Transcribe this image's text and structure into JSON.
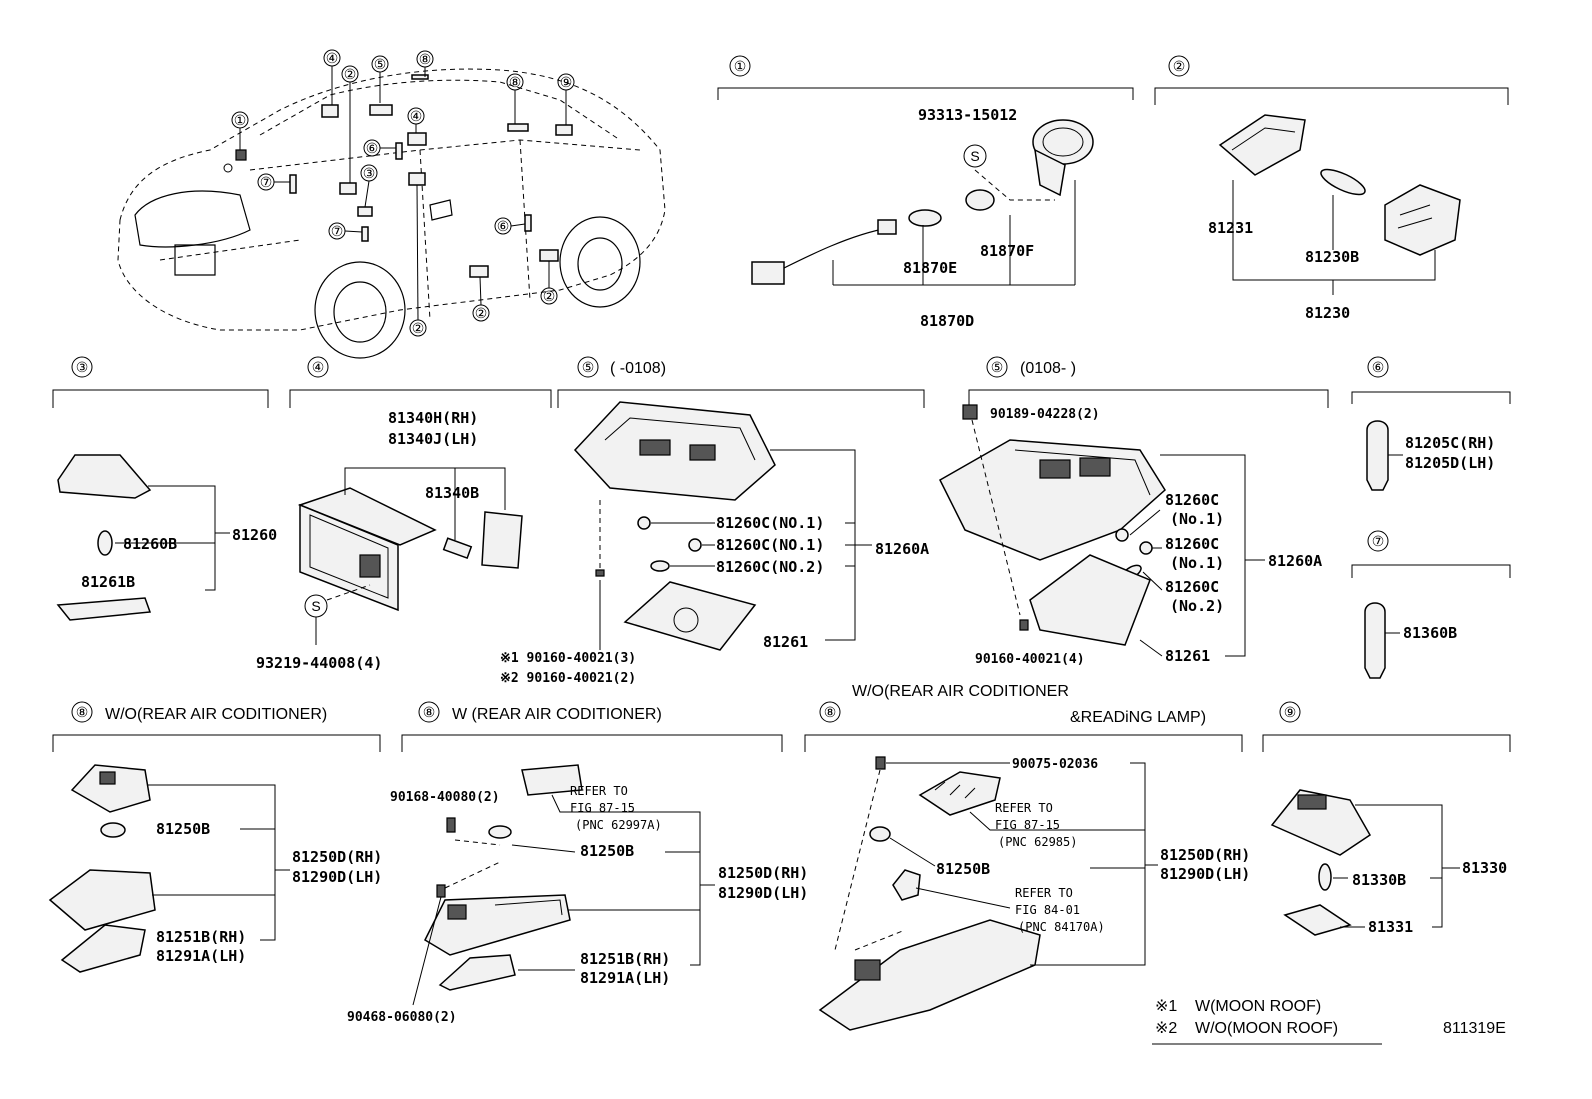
{
  "figure_id": "811319E",
  "footnotes": [
    {
      "mark": "※1",
      "text": "W(MOON ROOF)"
    },
    {
      "mark": "※2",
      "text": "W/O(MOON ROOF)"
    }
  ],
  "car_overview": {
    "markers": [
      "①",
      "②",
      "③",
      "④",
      "⑤",
      "⑥",
      "⑦",
      "⑧",
      "⑨"
    ]
  },
  "sections": {
    "s1": {
      "index": "①",
      "labels": {
        "a": "93313-15012",
        "b": "81870E",
        "c": "81870F",
        "d": "81870D",
        "s": "S"
      }
    },
    "s2": {
      "index": "②",
      "labels": {
        "a": "81231",
        "b": "81230B",
        "c": "81230"
      }
    },
    "s3": {
      "index": "③",
      "labels": {
        "a": "81260B",
        "b": "81261B",
        "c": "81260"
      }
    },
    "s4": {
      "index": "④",
      "labels": {
        "a": "81340H(RH)",
        "b": "81340J(LH)",
        "c": "81340B",
        "d": "93219-44008(4)",
        "s": "S"
      }
    },
    "s5a": {
      "index": "⑤",
      "range": "(     -0108)",
      "labels": {
        "a": "81260C(NO.1)",
        "b": "81260C(NO.1)",
        "c": "81260C(NO.2)",
        "d": "81260A",
        "e": "81261",
        "f": "※1 90160-40021(3)",
        "g": "※2 90160-40021(2)"
      }
    },
    "s5b": {
      "index": "⑤",
      "range": "(0108-     )",
      "labels": {
        "a": "90189-04228(2)",
        "b": "81260C",
        "b2": "(No.1)",
        "c": "81260C",
        "c2": "(No.1)",
        "d": "81260C",
        "d2": "(No.2)",
        "e": "81260A",
        "f": "90160-40021(4)",
        "g": "81261"
      }
    },
    "s6": {
      "index": "⑥",
      "labels": {
        "a": "81205C(RH)",
        "b": "81205D(LH)"
      }
    },
    "s7": {
      "index": "⑦",
      "labels": {
        "a": "81360B"
      }
    },
    "s8a": {
      "index": "⑧",
      "title": "W/O(REAR AIR CODITIONER)",
      "labels": {
        "a": "81250B",
        "b": "81250D(RH)",
        "c": "81290D(LH)",
        "d": "81251B(RH)",
        "e": "81291A(LH)"
      }
    },
    "s8b": {
      "index": "⑧",
      "title": "W (REAR AIR CODITIONER)",
      "labels": {
        "a": "90168-40080(2)",
        "r1": "REFER TO",
        "r2": "FIG 87-15",
        "r3": "(PNC 62997A)",
        "b": "81250B",
        "c": "81250D(RH)",
        "d": "81290D(LH)",
        "e": "81251B(RH)",
        "f": "81291A(LH)",
        "g": "90468-06080(2)"
      }
    },
    "s8c": {
      "index": "⑧",
      "title1": "W/O(REAR AIR CODITIONER",
      "title2": "&READiNG  LAMP)",
      "labels": {
        "a": "90075-02036",
        "r1": "REFER TO",
        "r2": "FIG 87-15",
        "r3": "(PNC 62985)",
        "b": "81250B",
        "c": "81250D(RH)",
        "d": "81290D(LH)",
        "q1": "REFER TO",
        "q2": "FIG 84-01",
        "q3": "(PNC 84170A)"
      }
    },
    "s9": {
      "index": "⑨",
      "labels": {
        "a": "81330B",
        "b": "81330",
        "c": "81331"
      }
    }
  }
}
